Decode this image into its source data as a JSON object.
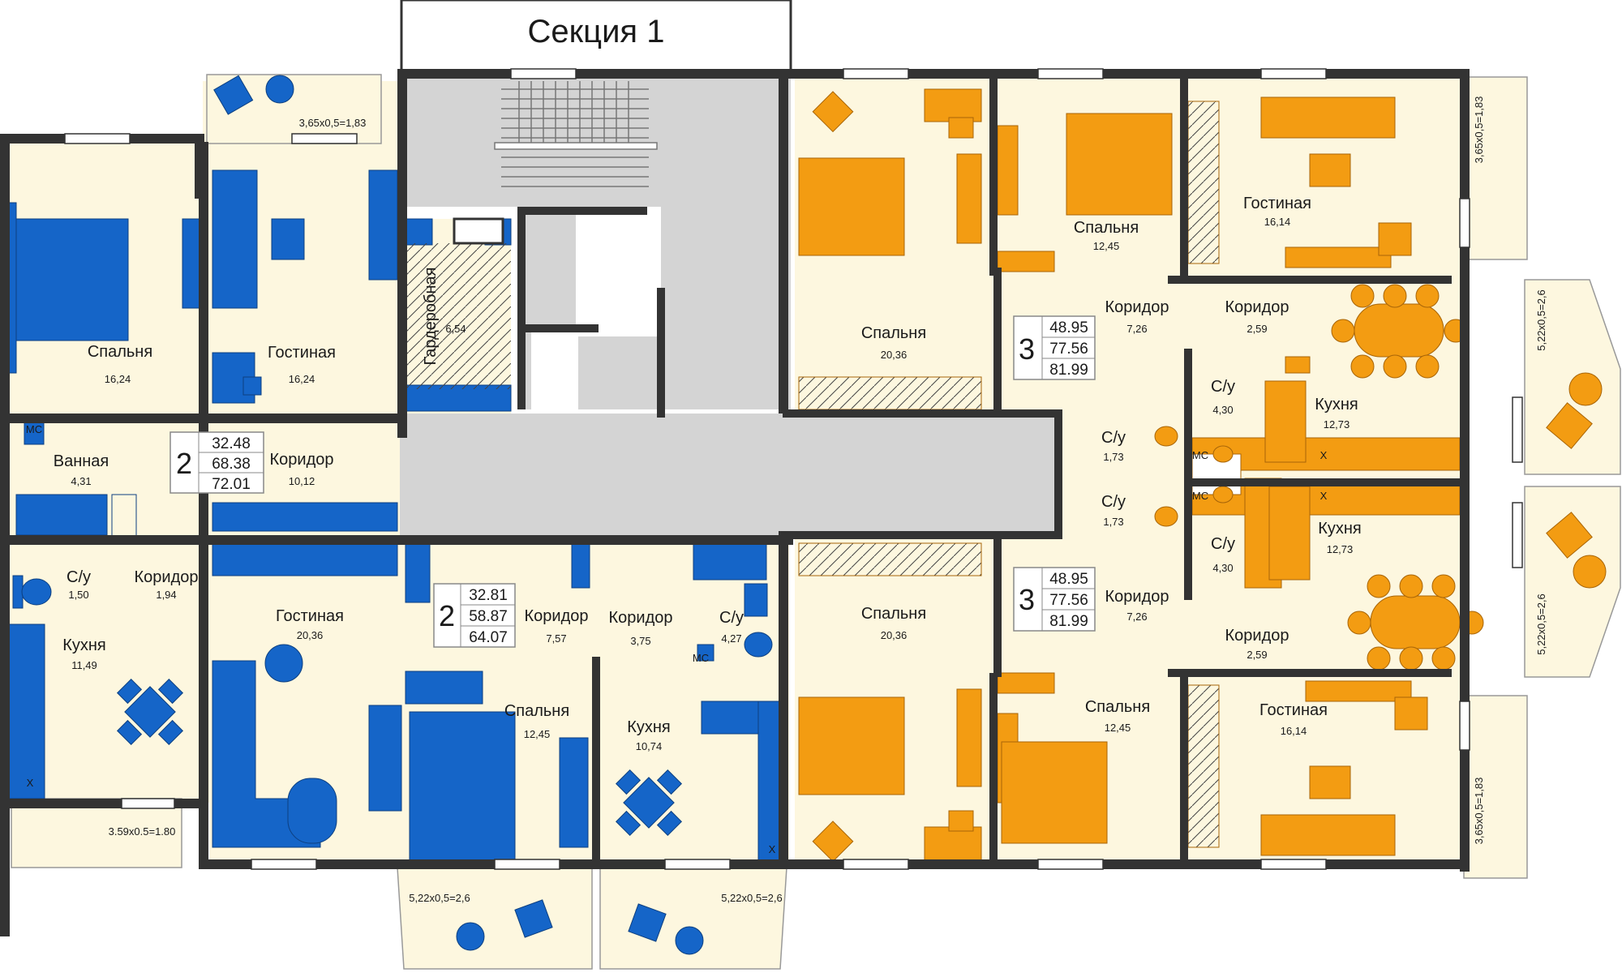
{
  "section_title": "Секция 1",
  "apartments": [
    {
      "rooms": "2",
      "areas": [
        "32.48",
        "68.38",
        "72.01"
      ]
    },
    {
      "rooms": "2",
      "areas": [
        "32.81",
        "58.87",
        "64.07"
      ]
    },
    {
      "rooms": "3",
      "areas": [
        "48.95",
        "77.56",
        "81.99"
      ]
    },
    {
      "rooms": "3",
      "areas": [
        "48.95",
        "77.56",
        "81.99"
      ]
    }
  ],
  "rooms": [
    {
      "name": "Спальня",
      "area": "16,24"
    },
    {
      "name": "Гостиная",
      "area": "16,24"
    },
    {
      "name": "Гардеробная",
      "area": "6,54"
    },
    {
      "name": "Ванная",
      "area": "4,31"
    },
    {
      "name": "Коридор",
      "area": "10,12"
    },
    {
      "name": "С/у",
      "area": "1,50"
    },
    {
      "name": "Коридор",
      "area": "1,94"
    },
    {
      "name": "Кухня",
      "area": "11,49"
    },
    {
      "name": "Гостиная",
      "area": "20,36"
    },
    {
      "name": "Коридор",
      "area": "7,57"
    },
    {
      "name": "Коридор",
      "area": "3,75"
    },
    {
      "name": "С/у",
      "area": "4,27"
    },
    {
      "name": "Спальня",
      "area": "12,45"
    },
    {
      "name": "Кухня",
      "area": "10,74"
    },
    {
      "name": "Спальня",
      "area": "20,36"
    },
    {
      "name": "Спальня",
      "area": "12,45"
    },
    {
      "name": "Гостиная",
      "area": "16,14"
    },
    {
      "name": "Коридор",
      "area": "7,26"
    },
    {
      "name": "Коридор",
      "area": "2,59"
    },
    {
      "name": "С/у",
      "area": "4,30"
    },
    {
      "name": "Кухня",
      "area": "12,73"
    },
    {
      "name": "С/у",
      "area": "1,73"
    },
    {
      "name": "С/у",
      "area": "1,73"
    },
    {
      "name": "С/у",
      "area": "4,30"
    },
    {
      "name": "Кухня",
      "area": "12,73"
    },
    {
      "name": "Спальня",
      "area": "20,36"
    },
    {
      "name": "Коридор",
      "area": "7,26"
    },
    {
      "name": "Коридор",
      "area": "2,59"
    },
    {
      "name": "Спальня",
      "area": "12,45"
    },
    {
      "name": "Гостиная",
      "area": "16,14"
    }
  ],
  "balconies": [
    "3,65x0,5=1,83",
    "3.59x0.5=1.80",
    "5,22x0,5=2,6",
    "5,22x0,5=2,6",
    "3,65x0,5=1,83",
    "5,22x0,5=2,6",
    "5,22x0,5=2,6",
    "3,65x0,5=1,83"
  ],
  "fixture_labels": {
    "mc": "МС",
    "x": "Х"
  },
  "colors": {
    "blue": "#1565c8",
    "orange": "#f39c12",
    "wall": "#333333",
    "floor": "#fdf7df",
    "common": "#d4d4d4"
  }
}
